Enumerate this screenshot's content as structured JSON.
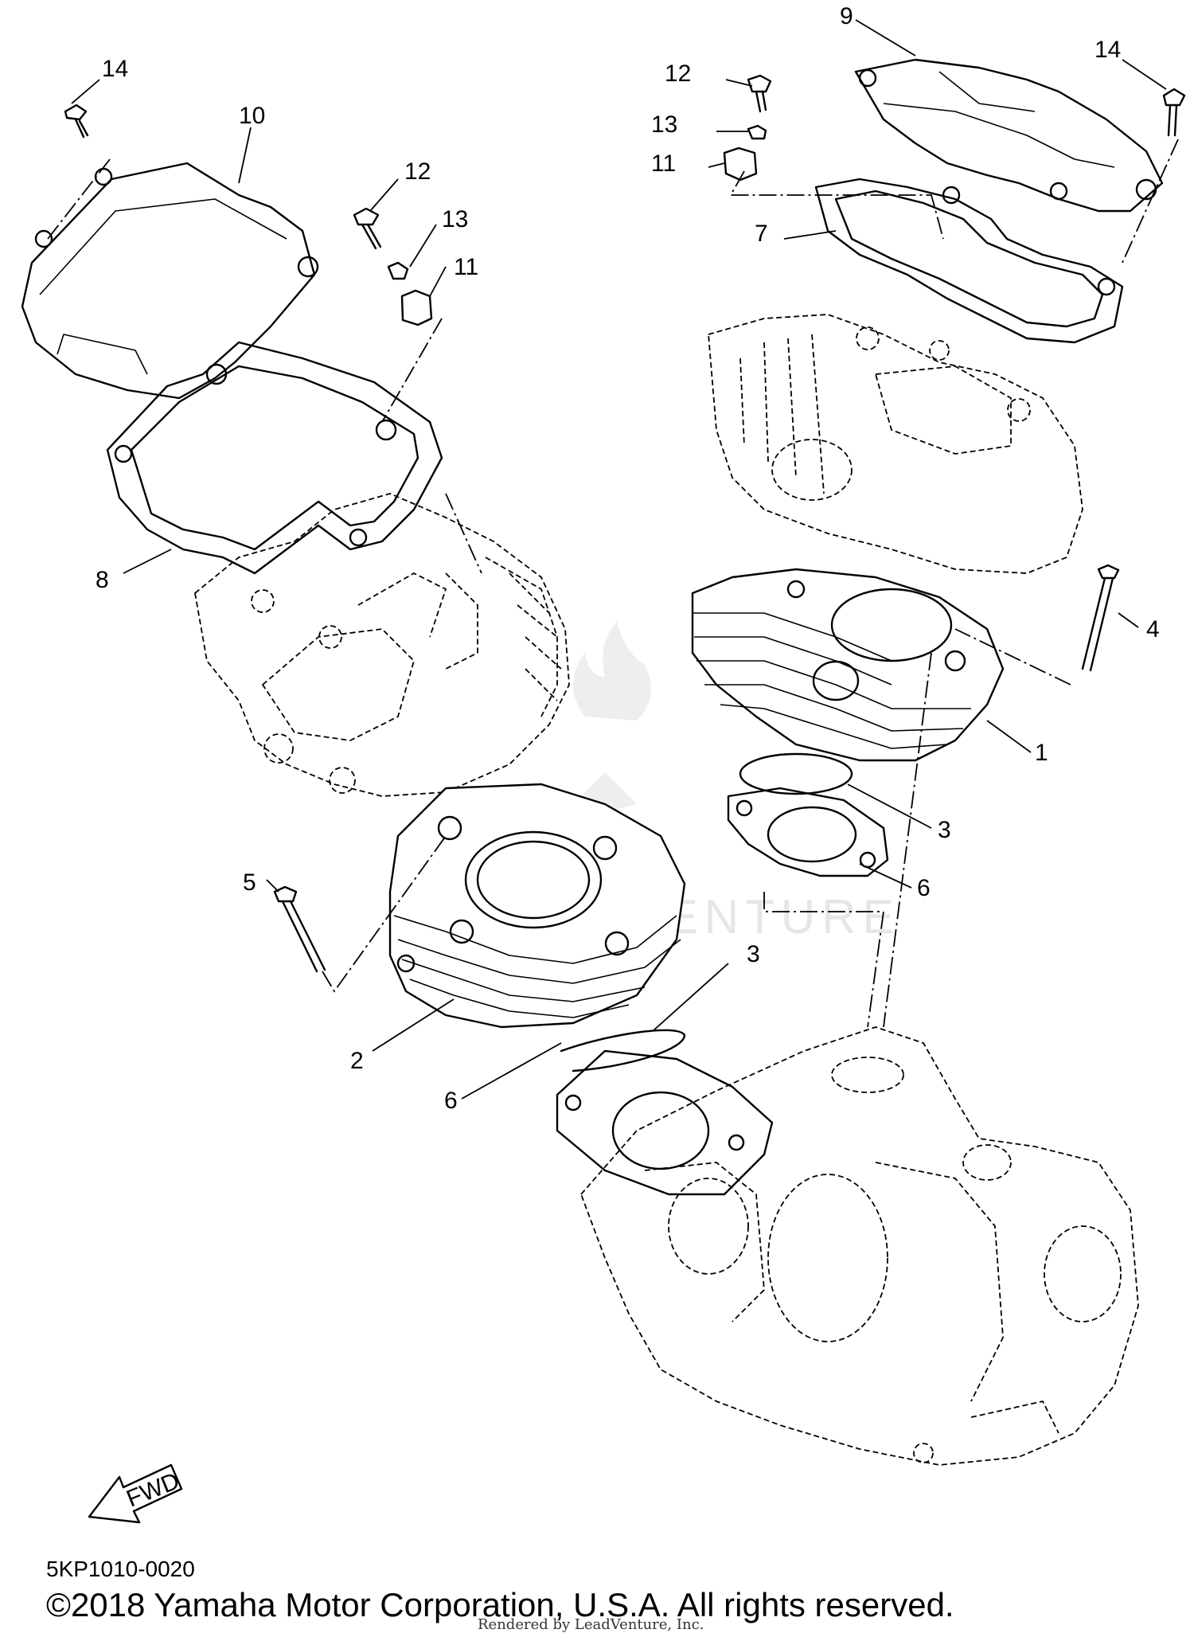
{
  "diagram": {
    "part_code": "5KP1010-0020",
    "copyright": "©2018 Yamaha Motor Corporation, U.S.A. All rights reserved.",
    "rendered_by": "Rendered by LeadVenture, Inc.",
    "watermark": "LEADVENTURE",
    "fwd_label": "FWD",
    "callouts": {
      "c1": "1",
      "c2": "2",
      "c3a": "3",
      "c3b": "3",
      "c4": "4",
      "c5": "5",
      "c6a": "6",
      "c6b": "6",
      "c7": "7",
      "c8": "8",
      "c9": "9",
      "c10": "10",
      "c11a": "11",
      "c11b": "11",
      "c12a": "12",
      "c12b": "12",
      "c13a": "13",
      "c13b": "13",
      "c14a": "14",
      "c14b": "14"
    }
  }
}
